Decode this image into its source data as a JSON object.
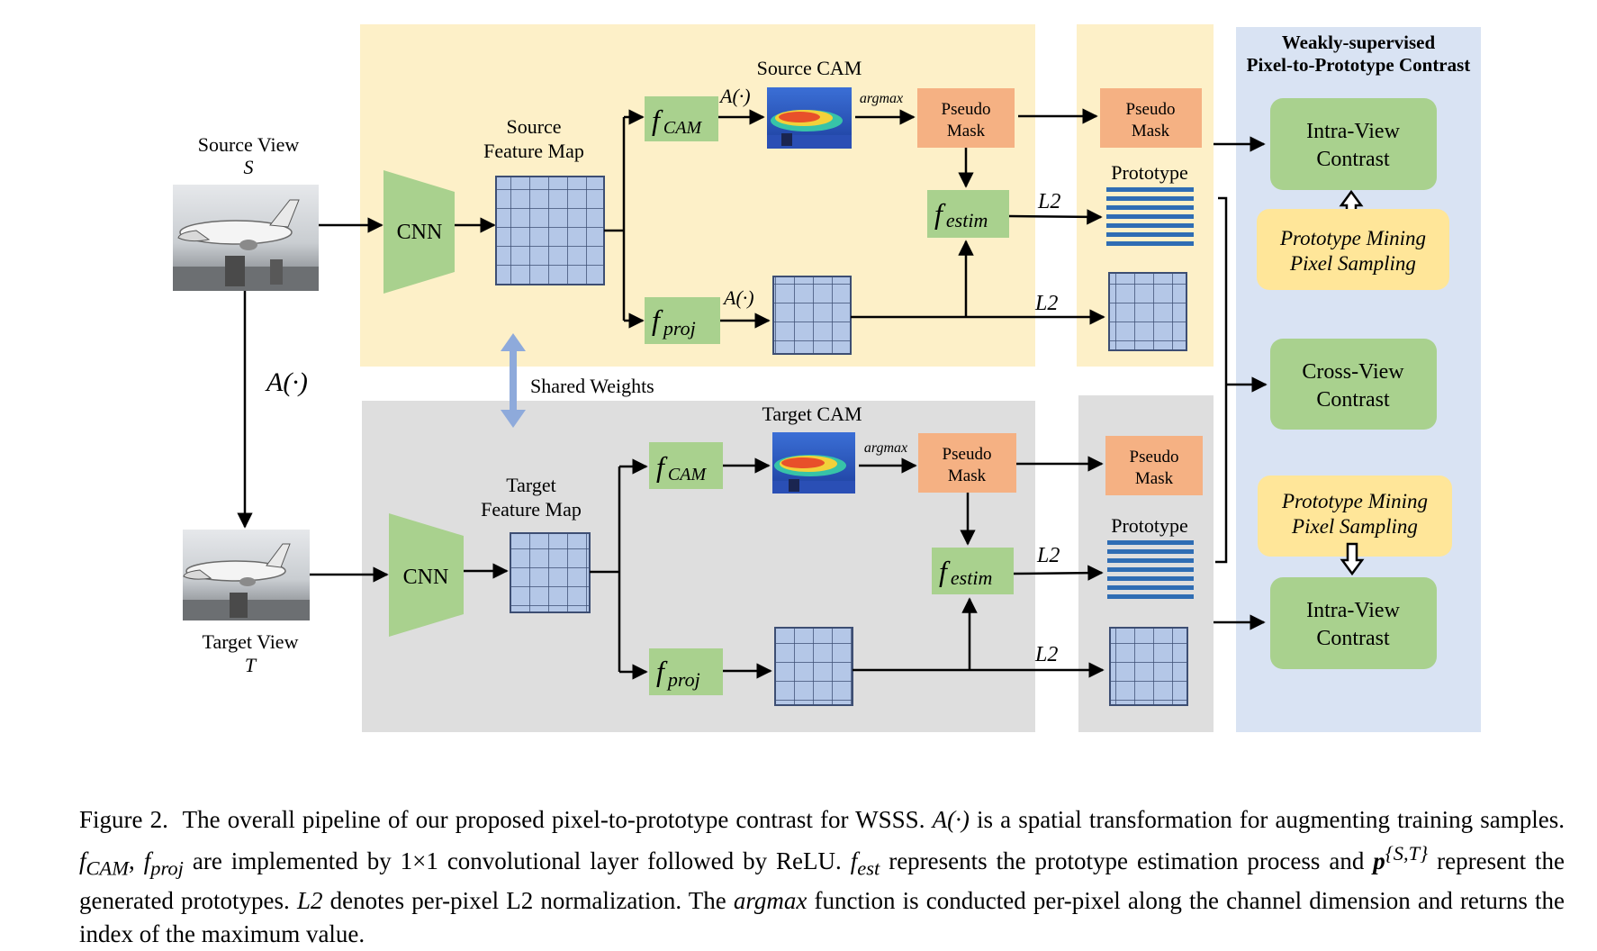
{
  "source": {
    "view_label": "Source View",
    "view_symbol": "S",
    "feature_map_title": [
      "Source",
      "Feature Map"
    ],
    "cam_title": "Source CAM",
    "cnn": "CNN",
    "f_cam_main": "f",
    "f_cam_sub": "CAM",
    "f_proj_main": "f",
    "f_proj_sub": "proj",
    "f_estim_main": "f",
    "f_estim_sub": "estim",
    "aug_cam": "A(·)",
    "aug_proj": "A(·)",
    "argmax": "argmax",
    "pseudo_mask": [
      "Pseudo",
      "Mask"
    ],
    "pseudo_mask_right": [
      "Pseudo",
      "Mask"
    ],
    "prototype": "Prototype",
    "l2_top": "L2",
    "l2_bottom": "L2"
  },
  "target": {
    "view_label": "Target View",
    "view_symbol": "T",
    "feature_map_title": [
      "Target",
      "Feature Map"
    ],
    "cam_title": "Target CAM",
    "cnn": "CNN",
    "f_cam_main": "f",
    "f_cam_sub": "CAM",
    "f_proj_main": "f",
    "f_proj_sub": "proj",
    "f_estim_main": "f",
    "f_estim_sub": "estim",
    "argmax": "argmax",
    "pseudo_mask": [
      "Pseudo",
      "Mask"
    ],
    "pseudo_mask_right": [
      "Pseudo",
      "Mask"
    ],
    "prototype": "Prototype",
    "l2_top": "L2",
    "l2_bottom": "L2"
  },
  "augmentation_label": "A(·)",
  "shared_weights": "Shared Weights",
  "contrast_panel": {
    "title": [
      "Weakly-supervised",
      "Pixel-to-Prototype Contrast"
    ],
    "intra_view_top": [
      "Intra-View",
      "Contrast"
    ],
    "mining_top": [
      "Prototype Mining",
      "Pixel Sampling"
    ],
    "cross_view": [
      "Cross-View",
      "Contrast"
    ],
    "mining_bottom": [
      "Prototype Mining",
      "Pixel Sampling"
    ],
    "intra_view_bottom": [
      "Intra-View",
      "Contrast"
    ]
  },
  "caption": {
    "figure_label": "Figure 2.",
    "s1": "The overall pipeline of our proposed pixel-to-prototype contrast for WSSS.",
    "a_symbol": "A(·)",
    "s2": "is a spatial transformation for augmenting training samples.",
    "fcam_main": "f",
    "fcam_sub": "CAM",
    "comma": ",",
    "fproj_main": "f",
    "fproj_sub": "proj",
    "s3": "are implemented by 1×1 convolutional layer followed by ReLU.",
    "fest_main": "f",
    "fest_sub": "est",
    "s4": "represents the prototype estimation process and",
    "p_main": "p",
    "p_sup": "{S,T}",
    "s5": "represent the generated prototypes.",
    "l2": "L2",
    "s6": "denotes per-pixel L2 normalization. The",
    "argmax": "argmax",
    "s7": "function is conducted per-pixel along the channel dimension and returns the index of the maximum value."
  },
  "colors": {
    "source_bg": "#fdf0c8",
    "target_bg": "#dedede",
    "contrast_bg": "#d9e3f3",
    "green": "#a9d18e",
    "orange": "#f5b183",
    "yellow": "#ffe699",
    "grid_fill": "#b4c7e7",
    "grid_line": "#3d4e73",
    "prototype_bar": "#2f6db4",
    "shared_arrow": "#8eaadb"
  }
}
